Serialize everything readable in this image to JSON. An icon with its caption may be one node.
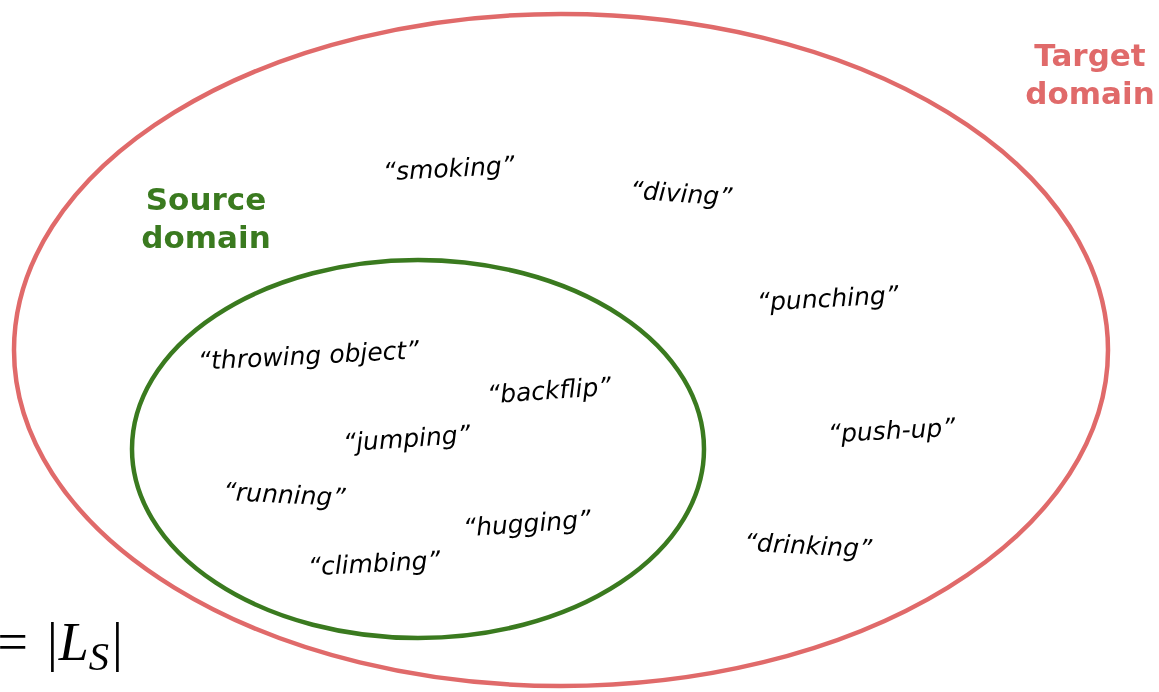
{
  "diagram": {
    "nodes": [
      {
        "text": [
          "Target domain"
        ]
      },
      {
        "text": [
          "Source domain"
        ],
        "in": 0
      }
    ],
    "labels": [
      "“smoking”",
      "“diving”",
      "“punching”",
      "“throwing object”",
      "“backflip”",
      "“push-up”",
      "“jumping”",
      "“running”",
      "“hugging”",
      "“drinking”",
      "“climbing”",
      "= |L$_{S}$|"
    ]
  }
}
